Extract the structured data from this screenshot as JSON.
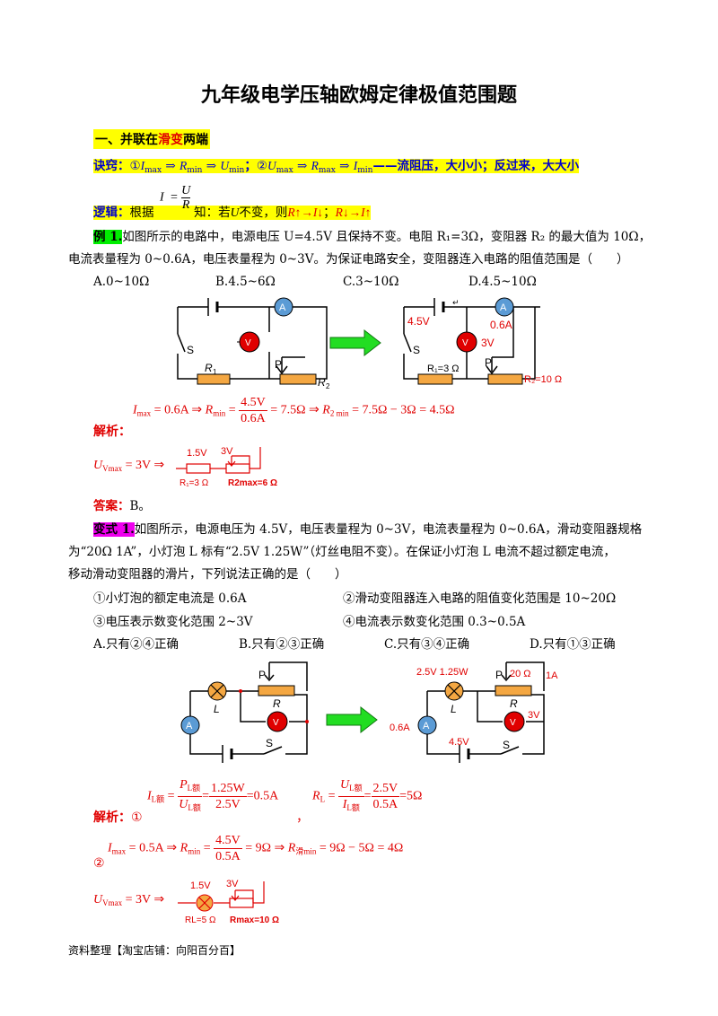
{
  "title": "九年级电学压轴欧姆定律极值范围题",
  "section": {
    "prefix": "一、并联在",
    "highlight": "滑变",
    "suffix": "两端"
  },
  "trick": {
    "label": "诀窍：",
    "c1": "①",
    "c2": "②",
    "I": "I",
    "R": "R",
    "U": "U",
    "max": "max",
    "min": "min",
    "arrow": "⇒",
    "semicolon": "；",
    "tail": "——流阻压，大小小；反过来，大大小"
  },
  "logic": {
    "label": "逻辑：",
    "pre": "根据",
    "formula_I": "I",
    "formula_U": "U",
    "formula_R": "R",
    "post": "知：若",
    "U": "U",
    "mid": "不变，则",
    "p1": "R↑→I↓",
    "sep": "；",
    "p2": "R↓→I↑"
  },
  "example1": {
    "label": "例 1.",
    "line1": "如图所示的电路中，电源电压 U=4.5V 且保持不变。电阻 R₁=3Ω，变阻器 R₂ 的最大值为 10Ω，",
    "line2": "电流表量程为 0~0.6A，电压表量程为 0~3V。为保证电路安全，变阻器连入电路的阻值范围是（　　）",
    "options": [
      "A.0~10Ω",
      "B.4.5~6Ω",
      "C.3~10Ω",
      "D.4.5~10Ω"
    ],
    "circuit_labels": {
      "S": "S",
      "R1": "R",
      "R1sub": "1",
      "P": "P",
      "R2": "R",
      "R2sub": "2",
      "A": "A",
      "V": "V"
    },
    "annot": {
      "volt": "4.5V",
      "amp": "0.6A",
      "v3": "3V",
      "r1": "R₁=3 Ω",
      "r2": "R₂=10 Ω",
      "tick": "↵"
    },
    "analysis_label": "解析：",
    "eq": {
      "I": "I",
      "max": "max",
      "a": "= 0.6A ⇒ ",
      "R": "R",
      "min": "min",
      "num": "4.5V",
      "den": "0.6A",
      "b": "= 7.5Ω ⇒ ",
      "R2": "R",
      "R2sub": "2 min",
      "c": "= 7.5Ω − 3Ω = 4.5Ω"
    },
    "uv": {
      "U": "U",
      "sub": "Vmax",
      "rest": " = 3V ⇒",
      "v1": "1.5V",
      "v2": "3V",
      "r1": "R₁=3 Ω",
      "r2": "R2max=6 Ω"
    },
    "answer_label": "答案：",
    "answer": "B。"
  },
  "variant1": {
    "label": "变式 1.",
    "line1": "如图所示，电源电压为 4.5V，电压表量程为 0~3V，电流表量程为 0~0.6A，滑动变阻器规格",
    "line2": "为“20Ω 1A”，小灯泡 L 标有“2.5V 1.25W”（灯丝电阻不变）。在保证小灯泡 L 电流不超过额定电流，",
    "line3": "移动滑动变阻器的滑片，下列说法正确的是（　　）",
    "s1": "①小灯泡的额定电流是 0.6A",
    "s2": "②滑动变阻器连入电路的阻值变化范围是 10~20Ω",
    "s3": "③电压表示数变化范围 2~3V",
    "s4": "④电流表示数变化范围 0.3~0.5A",
    "options": [
      "A.只有②④正确",
      "B.只有②③正确",
      "C.只有③④正确",
      "D.只有①③正确"
    ],
    "circuit_labels": {
      "P": "P",
      "R": "R",
      "L": "L",
      "A": "A",
      "V": "V",
      "S": "S"
    },
    "annot": {
      "lamp": "2.5V 1.25W",
      "rheo": "20 Ω",
      "rheo2": "1A",
      "amp": "0.6A",
      "v3": "3V",
      "volt": "4.5V"
    },
    "analysis_label": "解析：",
    "c1": "①",
    "c2": "②",
    "eq1": {
      "I": "I",
      "Lsub": "L额",
      "P": "P",
      "Psub": "L额",
      "U": "U",
      "Usub": "L额",
      "num": "1.25W",
      "den": "2.5V",
      "res": "=0.5A",
      "comma": "，"
    },
    "eq2": {
      "R": "R",
      "Rsub": "L",
      "U": "U",
      "Usub": "L额",
      "I": "I",
      "Isub": "L额",
      "num": "2.5V",
      "den": "0.5A",
      "res": "=5Ω"
    },
    "eq3": {
      "I": "I",
      "max": "max",
      "a": "= 0.5A ⇒ ",
      "R": "R",
      "min": "min",
      "num": "4.5V",
      "den": "0.5A",
      "b": "= 9Ω ⇒ ",
      "R2": "R",
      "R2sub": "滑min",
      "c": "= 9Ω − 5Ω = 4Ω"
    },
    "uv": {
      "U": "U",
      "sub": "Vmax",
      "rest": " = 3V ⇒",
      "v1": "1.5V",
      "v2": "3V",
      "r1": "RL=5 Ω",
      "r2": "Rmax=10 Ω"
    }
  },
  "footer": "资料整理【淘宝店铺：向阳百分百】",
  "colors": {
    "red": "#e00000",
    "blue": "#0000cc",
    "yellow": "#ffff00",
    "green": "#00ee00",
    "magenta": "#ee00ee",
    "meterBlue": "#5b9bd5",
    "resistor": "#f4a742"
  }
}
